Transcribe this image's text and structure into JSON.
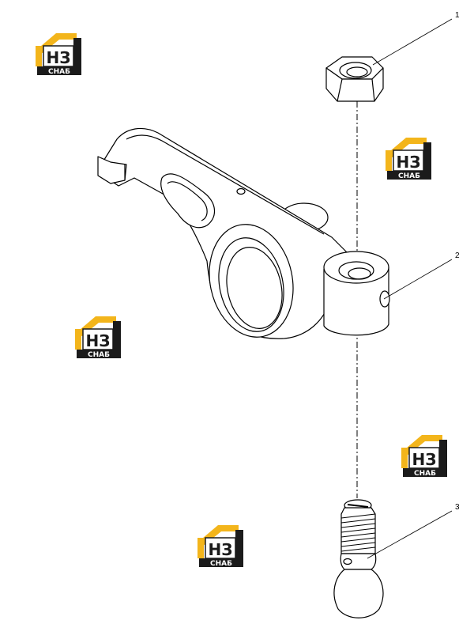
{
  "callouts": [
    {
      "id": "1",
      "label": "1"
    },
    {
      "id": "2",
      "label": "2"
    },
    {
      "id": "3",
      "label": "3"
    }
  ],
  "watermark": {
    "brand_top": "НЗ",
    "brand_bottom": "СНАБ",
    "colors": {
      "roof": "#F3B51B",
      "body": "#1b1b1b",
      "box": "#ffffff"
    }
  },
  "colors": {
    "line": "#000000",
    "background": "#ffffff"
  }
}
